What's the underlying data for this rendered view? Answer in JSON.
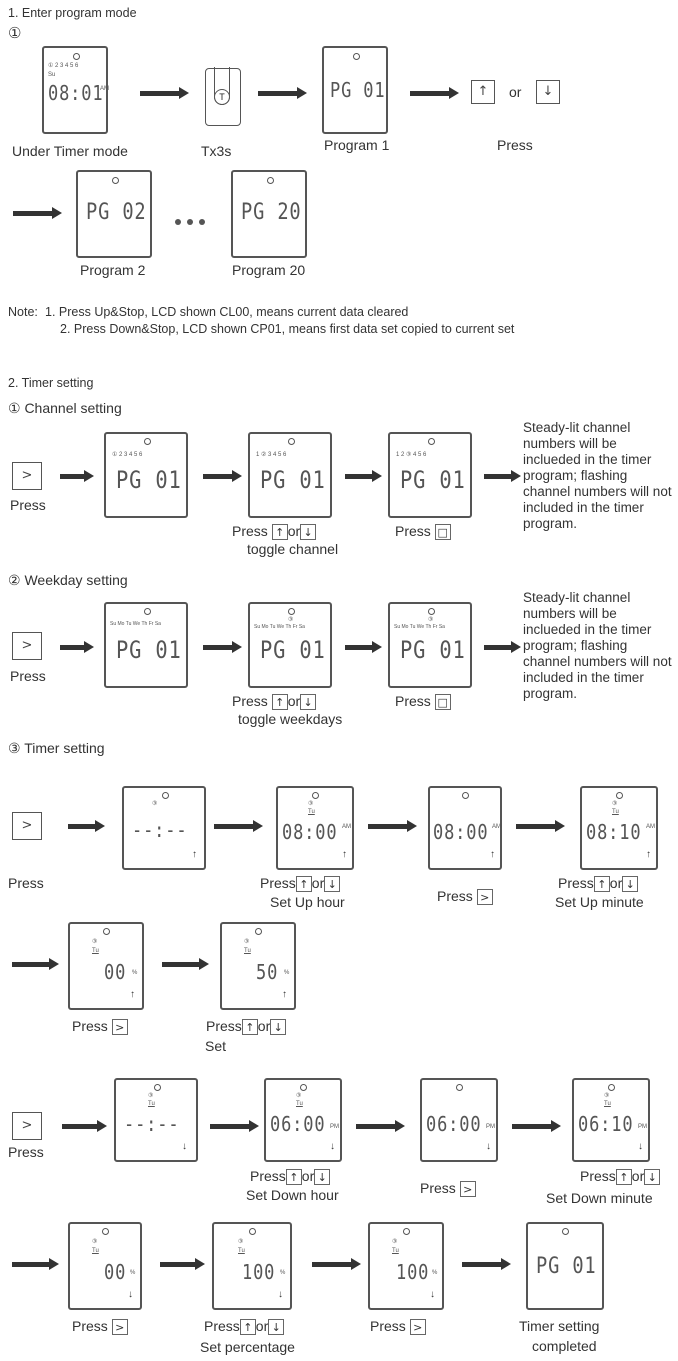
{
  "section1": {
    "title": "1. Enter program mode",
    "step": "①",
    "lcd_timer": {
      "days": "① 2 3 4 5 6",
      "day_label": "Su",
      "time": "08:01",
      "ampm": "AM"
    },
    "remote_key": "T",
    "pg01": "PG 01",
    "pg02": "PG 02",
    "pg20": "PG 20",
    "captions": {
      "under_timer": "Under Timer mode",
      "tx3s": "Tx3s",
      "program1": "Program 1",
      "press": "Press",
      "program2": "Program 2",
      "program20": "Program 20",
      "or": "or"
    }
  },
  "note": {
    "prefix": "Note:",
    "line1": "1. Press Up&Stop, LCD shown CL00, means current data cleared",
    "line2": "2. Press Down&Stop, LCD shown CP01, means first data set copied to current set"
  },
  "section2": {
    "title": "2. Timer setting",
    "channel": {
      "heading": "① Channel setting",
      "press": "Press",
      "days1": "① 2 3 4 5 6",
      "days2": "1 ② 3 4 5 6",
      "days3": "1 2 ③ 4 5 6",
      "cap_toggle_a": "Press",
      "cap_toggle_or": "or",
      "cap_toggle_b": "toggle channel",
      "cap_press": "Press",
      "side": "Steady-lit channel numbers will be inclueded in the timer program; flashing channel numbers will not included in the timer program."
    },
    "weekday": {
      "heading": "② Weekday setting",
      "press": "Press",
      "days": "Su Mo Tu We Th Fr Sa",
      "channel_mark": "③",
      "cap_toggle_a": "Press",
      "cap_toggle_or": "or",
      "cap_toggle_b": "toggle weekdays",
      "cap_press": "Press",
      "side": "Steady-lit channel numbers will be inclueded in the timer program; flashing channel numbers will not included in the timer program."
    },
    "timer": {
      "heading": "③ Timer setting",
      "press": "Press",
      "blank": "--:--",
      "t0800": "08:00",
      "t0810": "08:10",
      "am": "AM",
      "p00": "00",
      "p50": "50",
      "p100": "100",
      "pct": "%",
      "t0600": "06:00",
      "t0610": "06:10",
      "pm": "PM",
      "ch_mark": "③",
      "day_mark": "Tu",
      "pg01": "PG 01",
      "cap_press": "Press",
      "cap_or": "or",
      "set_up_hour": "Set Up hour",
      "set_up_minute": "Set Up minute",
      "set": "Set",
      "set_down_hour": "Set Down hour",
      "set_down_minute": "Set Down minute",
      "set_percentage": "Set  percentage",
      "completed_1": "Timer setting",
      "completed_2": "completed"
    }
  },
  "icons": {
    "up": "up-arrow-key-icon",
    "down": "down-arrow-key-icon",
    "next": "right-chevron-key-icon",
    "stop": "stop-key-icon"
  }
}
